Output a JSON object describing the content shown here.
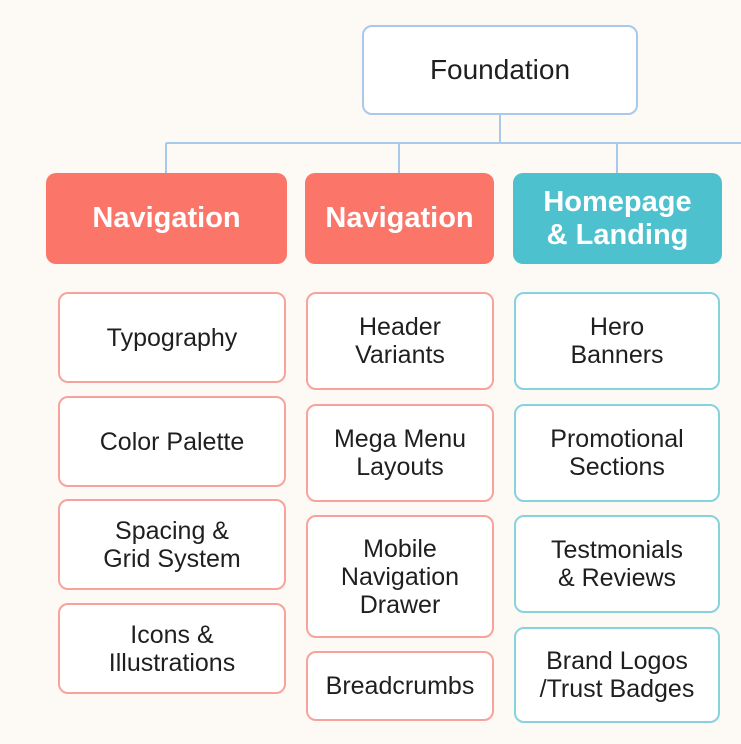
{
  "root": {
    "label": "Foundation"
  },
  "columns": [
    {
      "header": "Navigation",
      "items": [
        "Typography",
        "Color Palette",
        "Spacing &\nGrid System",
        "Icons &\nIllustrations"
      ]
    },
    {
      "header": "Navigation",
      "items": [
        "Header\nVariants",
        "Mega Menu\nLayouts",
        "Mobile\nNavigation\nDrawer",
        "Breadcrumbs"
      ]
    },
    {
      "header": "Homepage\n& Landing",
      "items": [
        "Hero\nBanners",
        "Promotional\nSections",
        "Testmonials\n& Reviews",
        "Brand Logos\n/Trust Badges"
      ]
    }
  ],
  "colors": {
    "coral": "#fb7569",
    "teal": "#4ec1cf",
    "connector": "#a9c9ea"
  }
}
